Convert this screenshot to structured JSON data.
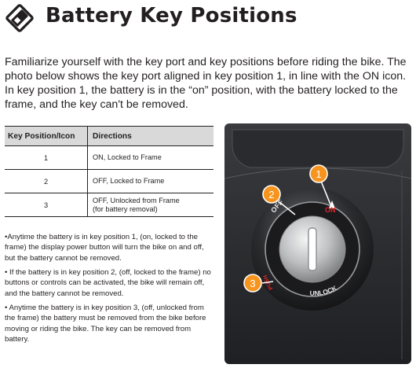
{
  "header": {
    "title": "Battery Key Positions",
    "icon": "battery-key-icon"
  },
  "intro": "Familiarize yourself with the key port and key positions before riding the bike. The photo below shows the key port aligned in key position 1, in line with the ON icon. In key position 1, the battery is in the “on” position, with the battery locked to the frame, and the key can't be removed.",
  "table": {
    "headers": [
      "Key Position/Icon",
      "Directions"
    ],
    "rows": [
      {
        "position": "1",
        "directions": [
          "ON, Locked to Frame"
        ]
      },
      {
        "position": "2",
        "directions": [
          "OFF, Locked to Frame"
        ]
      },
      {
        "position": "3",
        "directions": [
          "OFF, Unlocked from Frame",
          "(for battery removal)"
        ]
      }
    ]
  },
  "bullets": [
    "•Anytime the battery is in key position 1, (on, locked to the frame) the display power button will turn the bike on and off, but the battery cannot be removed.",
    "• If the battery is in key position 2, (off, locked to the frame) no buttons or controls can be activated, the bike will remain off, and the battery cannot be removed.",
    "• Anytime the battery is in key position 3, (off, unlocked from the frame) the battery must be removed from the bike before moving or riding the bike. The key can be removed from battery."
  ],
  "photo": {
    "lock_labels": {
      "on": "ON",
      "off": "OFF",
      "push": "PUSH",
      "unlock": "UNLOCK"
    },
    "callouts": [
      "1",
      "2",
      "3"
    ],
    "callout_color": "#f7941d",
    "on_color": "#e3262a"
  }
}
